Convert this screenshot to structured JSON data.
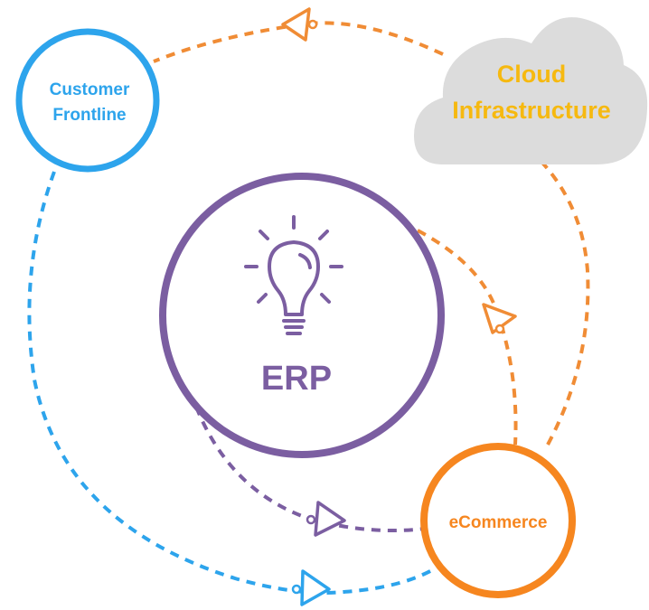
{
  "nodes": {
    "customer_frontline": {
      "line1": "Customer",
      "line2": "Frontline",
      "color": "#2da4ec"
    },
    "cloud_infrastructure": {
      "line1": "Cloud",
      "line2": "Infrastructure",
      "color": "#f6b910",
      "fill": "#dcdcdc"
    },
    "erp": {
      "label": "ERP",
      "color": "#7b5ea1",
      "icon": "lightbulb-icon"
    },
    "ecommerce": {
      "label": "eCommerce",
      "color": "#f6861f"
    }
  },
  "connectors": {
    "cloud_to_customer": {
      "color": "#f08c35"
    },
    "erp_to_ecommerce_top": {
      "color": "#f08c35"
    },
    "ecommerce_to_cloud": {
      "color": "#f08c35"
    },
    "erp_to_ecommerce_bottom": {
      "color": "#7b5ea1"
    },
    "customer_to_ecommerce": {
      "color": "#2da4ec"
    }
  }
}
